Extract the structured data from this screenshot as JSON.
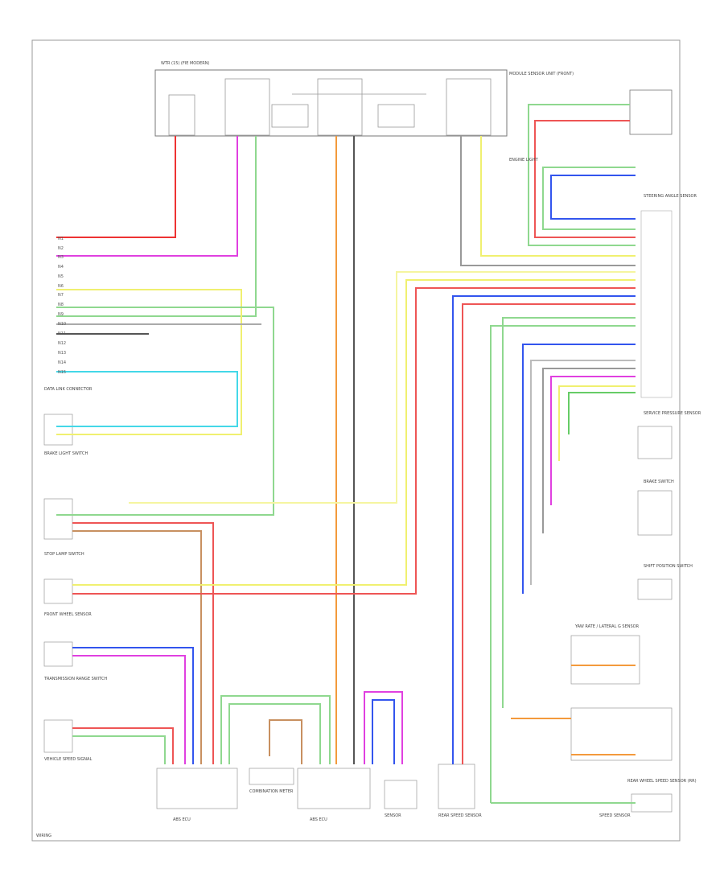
{
  "diagram": {
    "module_labels": {
      "top_left": "WTR (15) (FIE MODERN)",
      "top_right": "MODULE SENSOR UNIT (FRONT)",
      "right_1": "ENGINE LIGHT",
      "right_2": "STEERING ANGLE SENSOR",
      "right_3": "SERVICE PRESSURE SENSOR",
      "right_4": "BRAKE SWITCH",
      "right_5": "SHIFT POSITION SWITCH",
      "right_6": "YAW RATE / LATERAL G SENSOR",
      "right_7": "REAR WHEEL SPEED SENSOR (RR)",
      "right_8": "SPEED SENSOR",
      "left_1": "DATA LINK CONNECTOR",
      "left_2": "BRAKE LIGHT SWITCH",
      "left_3": "STOP LAMP SWITCH",
      "left_4": "FRONT WHEEL SENSOR",
      "left_5": "TRANSMISSION RANGE SWITCH",
      "left_6": "VEHICLE SPEED SIGNAL",
      "bottom_1": "ABS ECU",
      "bottom_2": "COMBINATION METER",
      "bottom_3": "ABS ECU",
      "bottom_4": "SENSOR",
      "bottom_5": "REAR SPEED SENSOR"
    },
    "page_ref": "WIRING"
  }
}
